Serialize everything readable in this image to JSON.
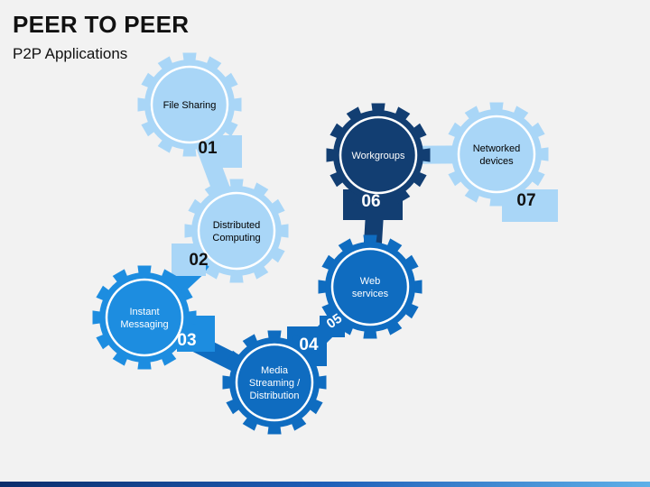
{
  "slide": {
    "title": "PEER TO PEER",
    "subtitle": "P2P Applications"
  },
  "colors": {
    "light": "#a9d6f7",
    "mid": "#1d8de0",
    "dark": "#0f6cc0",
    "navy": "#123e72",
    "text_dark": "#000000",
    "text_light": "#ffffff"
  },
  "gears": [
    {
      "number": "01",
      "lines": [
        "File Sharing"
      ],
      "tone": "light"
    },
    {
      "number": "02",
      "lines": [
        "Distributed",
        "Computing"
      ],
      "tone": "light"
    },
    {
      "number": "03",
      "lines": [
        "Instant",
        "Messaging"
      ],
      "tone": "mid"
    },
    {
      "number": "04",
      "lines": [
        "Media",
        "Streaming /",
        "Distribution"
      ],
      "tone": "dark"
    },
    {
      "number": "05",
      "lines": [
        "Web",
        "services"
      ],
      "tone": "dark"
    },
    {
      "number": "06",
      "lines": [
        "Workgroups"
      ],
      "tone": "navy"
    },
    {
      "number": "07",
      "lines": [
        "Networked",
        "devices"
      ],
      "tone": "light"
    }
  ]
}
